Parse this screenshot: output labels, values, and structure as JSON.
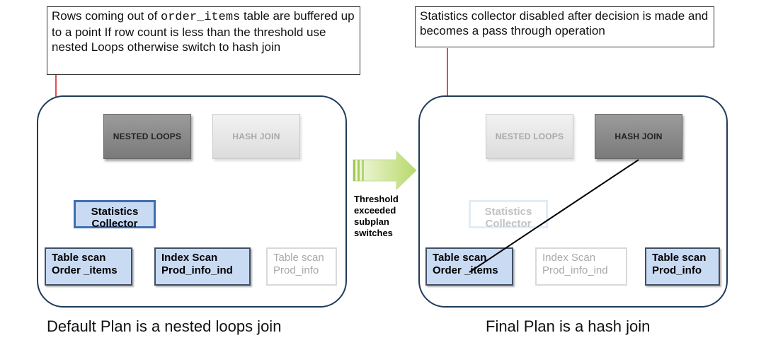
{
  "left_note": {
    "pre": "Rows coming out of ",
    "code": "order_items",
    "post": " table are buffered up to a point  If row count is less than the threshold use nested Loops otherwise switch to hash join"
  },
  "right_note": {
    "text": "Statistics collector disabled after decision is made and becomes a pass through operation"
  },
  "default_plan": {
    "nested_loops": "NESTED LOOPS",
    "hash_join": "HASH JOIN",
    "stats_line1": "Statistics",
    "stats_line2": "Collector",
    "leaf1_line1": "Table scan",
    "leaf1_line2": "Order _items",
    "leaf2_line1": "Index Scan",
    "leaf2_line2": "Prod_info_ind",
    "leaf3_line1": "Table scan",
    "leaf3_line2": "Prod_info",
    "caption": "Default Plan is a nested loops join"
  },
  "final_plan": {
    "nested_loops": "NESTED LOOPS",
    "hash_join": "HASH JOIN",
    "stats_line1": "Statistics",
    "stats_line2": "Collector",
    "leaf1_line1": "Table scan",
    "leaf1_line2": "Order _items",
    "leaf2_line1": "Index Scan",
    "leaf2_line2": "Prod_info_ind",
    "leaf3_line1": "Table scan",
    "leaf3_line2": "Prod_info",
    "caption": "Final Plan is a hash join"
  },
  "transition": {
    "line1": "Threshold",
    "line2": "exceeded",
    "line3": "subplan",
    "line4": "switches"
  },
  "colors": {
    "callout_arrow": "#e0202a",
    "panel_border": "#1f3b5a",
    "active_leaf_fill": "#c9daf3",
    "transition_arrow": "#c6e08a"
  }
}
